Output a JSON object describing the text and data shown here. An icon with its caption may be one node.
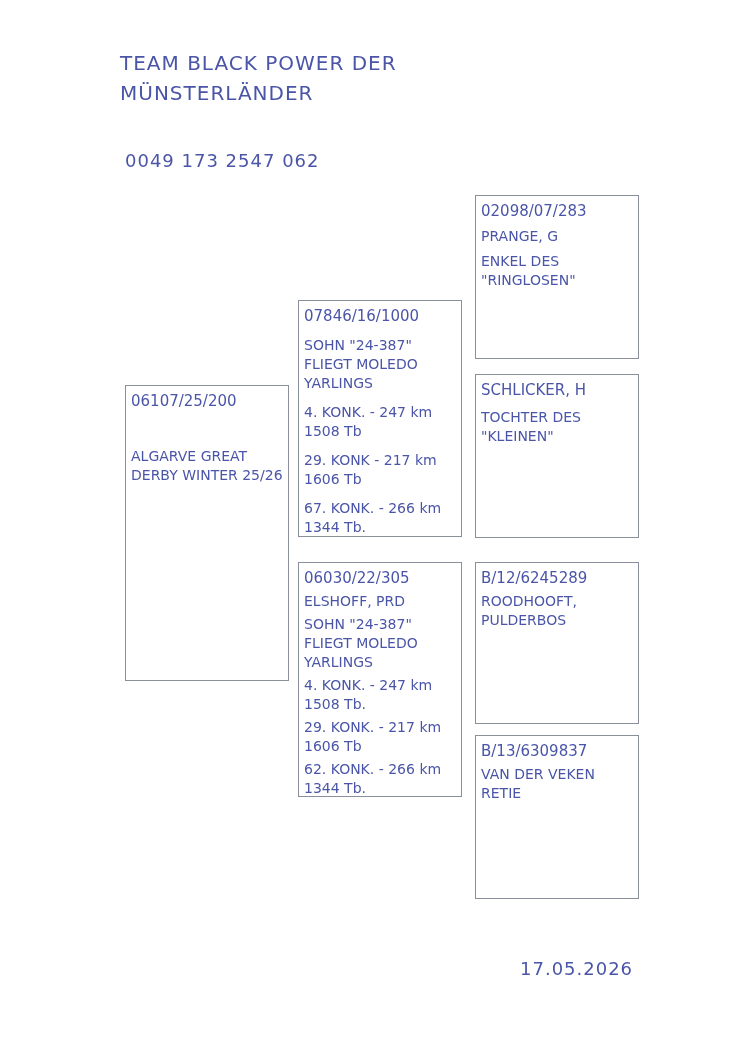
{
  "diagram": {
    "title": "TEAM BLACK POWER DER MÜNSTERLÄNDER",
    "nodes": [
      {
        "text": [
          "06107/25/200",
          "ALGARVE GREAT DERBY WINTER 25/26"
        ]
      },
      {
        "text": [
          "07846/16/1000",
          "SOHN \"24-387\" FLIEGT MOLEDO YARLINGS",
          "4. KONK. - 247 km 1508 Tb",
          "29. KONK - 217 km 1606 Tb",
          "67. KONK. - 266 km 1344 Tb."
        ]
      },
      {
        "text": [
          "06030/22/305",
          "ELSHOFF, PRD",
          "SOHN \"24-387\" FLIEGT MOLEDO YARLINGS",
          "4. KONK. - 247 km 1508 Tb.",
          "29. KONK. - 217 km 1606 Tb",
          "62. KONK. - 266 km 1344 Tb."
        ]
      },
      {
        "text": [
          "02098/07/283",
          "PRANGE, G",
          "ENKEL DES \"RINGLOSEN\""
        ]
      },
      {
        "text": [
          "SCHLICKER, H",
          "TOCHTER DES \"KLEINEN\""
        ]
      },
      {
        "text": [
          "B/12/6245289",
          "ROODHOOFT, PULDERBOS"
        ]
      },
      {
        "text": [
          "B/13/6309837",
          "VAN DER VEKEN RETIE"
        ]
      }
    ],
    "labels": [
      "0049 173 2547 062",
      "17.05.2026"
    ]
  }
}
